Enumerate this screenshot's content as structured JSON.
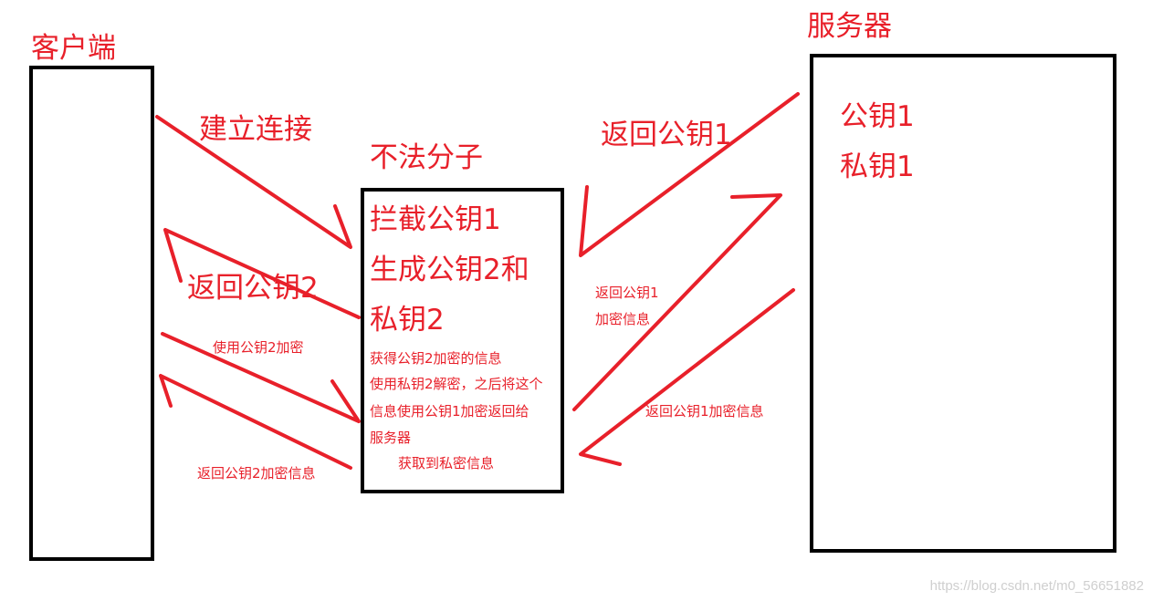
{
  "colors": {
    "ink": "#e8202a",
    "box": "#000000",
    "watermark": "#cfcfcf"
  },
  "client": {
    "title": "客户端"
  },
  "attacker": {
    "title": "不法分子",
    "lines_large": [
      "拦截公钥1",
      "生成公钥2和",
      "私钥2"
    ],
    "lines_small": [
      "获得公钥2加密的信息",
      "使用私钥2解密，之后将这个",
      "信息使用公钥1加密返回给",
      "服务器"
    ],
    "result": "获取到私密信息"
  },
  "server": {
    "title": "服务器",
    "keys": [
      "公钥1",
      "私钥1"
    ]
  },
  "arrows": {
    "establish": "建立连接",
    "return_pub2": "返回公钥2",
    "encrypt_pub2": "使用公钥2加密",
    "return_pub2_encrypted": "返回公钥2加密信息",
    "return_pub1": "返回公钥1",
    "return_pub1_encrypted_short": [
      "返回公钥1",
      "加密信息"
    ],
    "return_pub1_encrypted": "返回公钥1加密信息"
  },
  "watermark": "https://blog.csdn.net/m0_56651882"
}
